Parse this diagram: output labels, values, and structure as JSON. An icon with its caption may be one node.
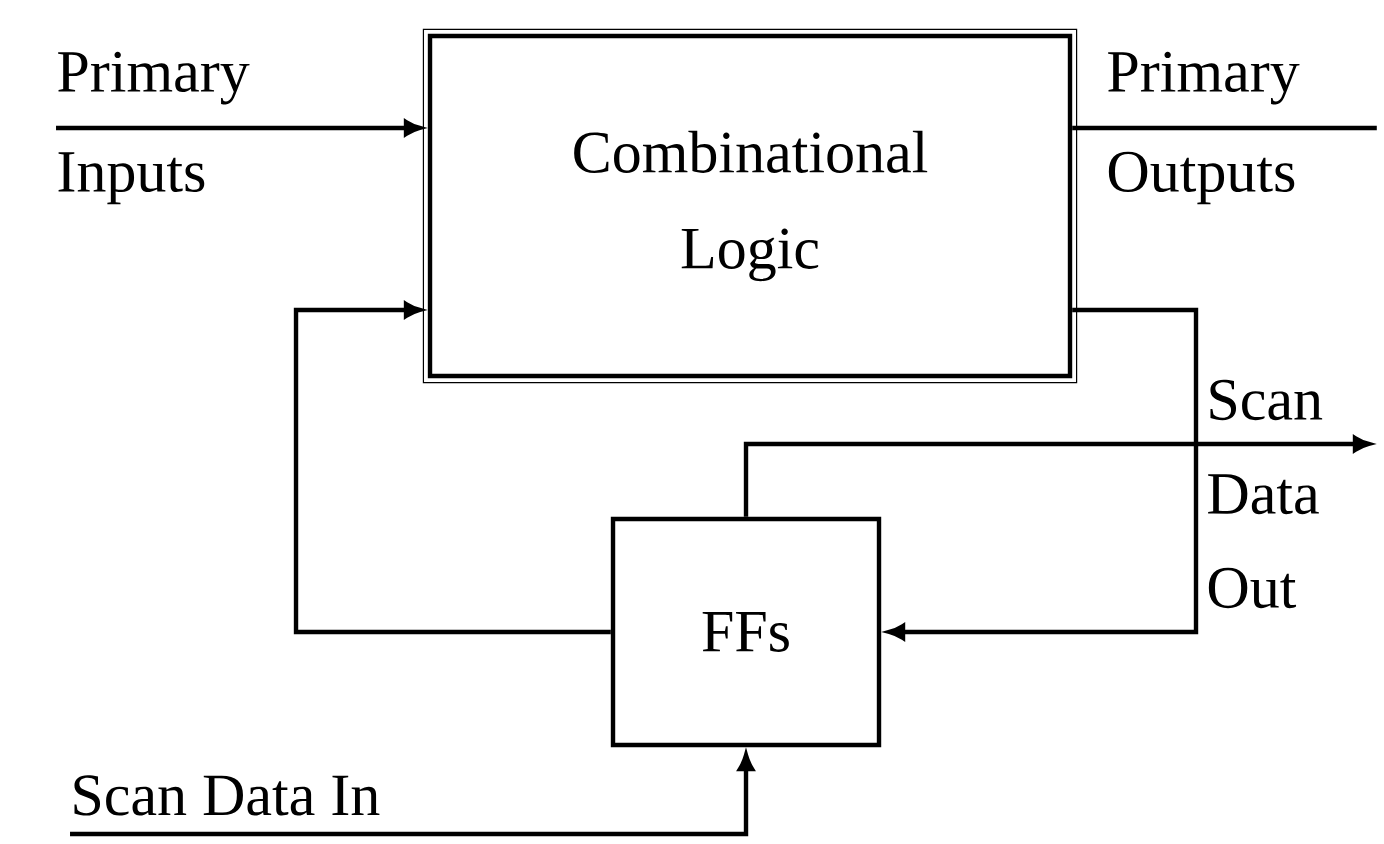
{
  "diagram": {
    "nodes": [
      {
        "text": [
          "Primary Inputs"
        ]
      },
      {
        "text": [
          "Combinational Logic"
        ]
      },
      {
        "text": [
          "Primary Outputs"
        ]
      },
      {
        "text": [
          "FFs"
        ]
      },
      {
        "text": [
          "Scan Data Out"
        ]
      },
      {
        "text": [
          "Scan Data In"
        ]
      }
    ],
    "edges": [
      {
        "from": 0,
        "to": 1,
        "arrow": "to"
      },
      {
        "from": 1,
        "to": 2,
        "arrow": "none"
      },
      {
        "from": 1,
        "to": 3,
        "arrow": "to"
      },
      {
        "from": 3,
        "to": 1,
        "arrow": "to"
      },
      {
        "from": 3,
        "to": 4,
        "arrow": "to"
      },
      {
        "from": 5,
        "to": 3,
        "arrow": "to"
      }
    ]
  }
}
